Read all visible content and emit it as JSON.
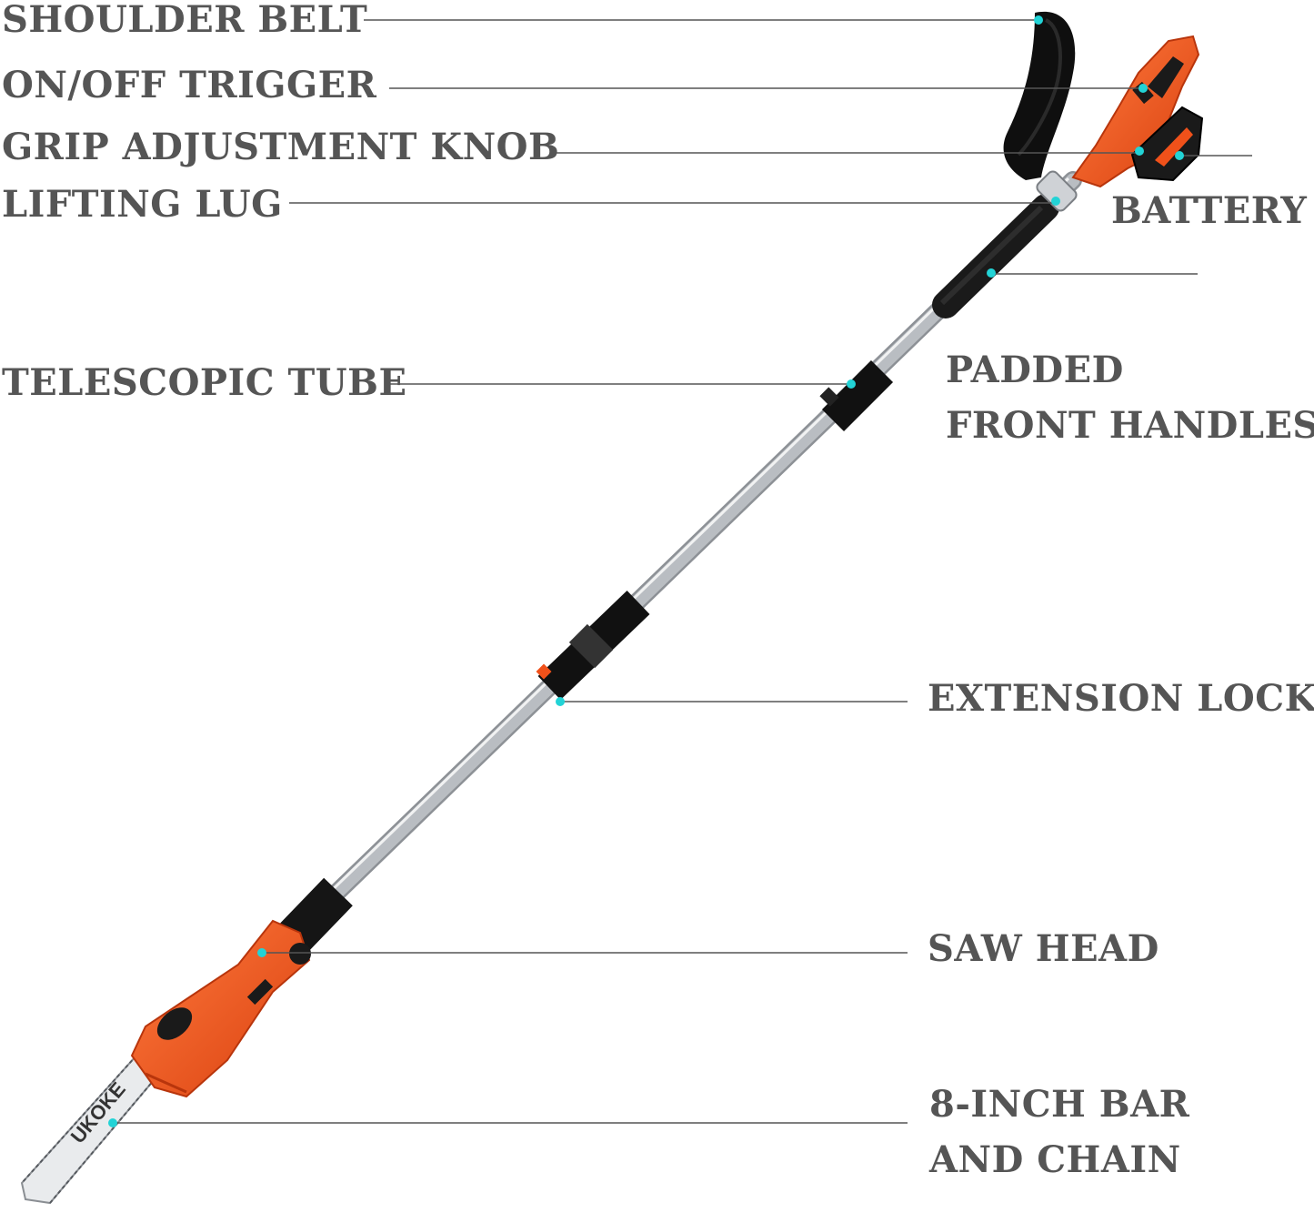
{
  "labels": {
    "shoulder_belt": "SHOULDER BELT",
    "on_off_trigger": "ON/OFF TRIGGER",
    "grip_adjustment_knob": "GRIP ADJUSTMENT KNOB",
    "lifting_lug": "LIFTING LUG",
    "battery": "BATTERY",
    "padded_front_handles": {
      "line1": "PADDED",
      "line2": "FRONT HANDLES"
    },
    "telescopic_tube": "TELESCOPIC TUBE",
    "extension_lock": "EXTENSION LOCK",
    "saw_head": "SAW HEAD",
    "bar_and_chain": {
      "line1": "8-INCH BAR",
      "line2": "AND CHAIN"
    }
  },
  "brand": {
    "logo_text": "UKOKE"
  },
  "colors": {
    "label_text": "#555555",
    "leader_line": "#555555",
    "marker_dot": "#22d3d6",
    "tool_orange": "#f0511a",
    "tool_black": "#1a1a1a",
    "pole_silver": "#c9ccd0"
  }
}
